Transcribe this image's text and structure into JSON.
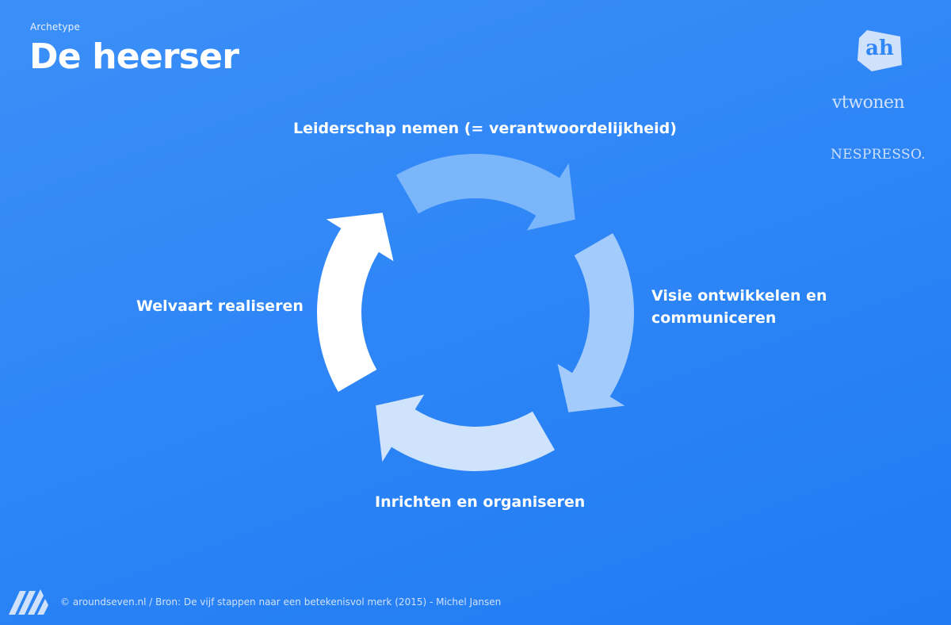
{
  "header": {
    "eyebrow": "Archetype",
    "title": "De heerser"
  },
  "cycle": {
    "steps": [
      {
        "label": "Leiderschap nemen (= verantwoordelijkheid)"
      },
      {
        "label": "Visie ontwikkelen en\ncommuniceren"
      },
      {
        "label": "Inrichten en organiseren"
      },
      {
        "label": "Welvaart realiseren"
      }
    ],
    "arrow_colors": [
      "#7bb6fb",
      "#a3cbfc",
      "#cfe3fd",
      "#ffffff"
    ]
  },
  "brands": {
    "ah": "ah",
    "vtwonen": "vtwonen",
    "nespresso": "NESPRESSO."
  },
  "footer": {
    "credit": "© aroundseven.nl / Bron: De vijf stappen naar een betekenisvol merk (2015) - Michel Jansen"
  },
  "colors": {
    "background": "#2f86f6",
    "text": "#ffffff",
    "muted_text": "#cfe1fb"
  }
}
